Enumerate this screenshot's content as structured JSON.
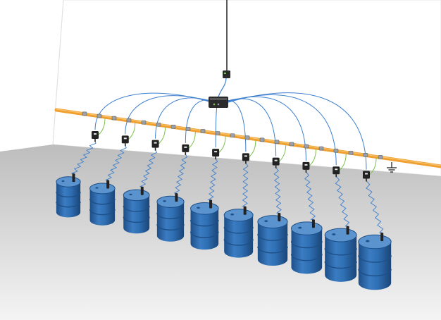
{
  "scene": {
    "subject": "grounding-system-illustration",
    "drum_count": 10,
    "clamp_count": 10,
    "colors": {
      "background": "#ffffff",
      "wall": "#ffffff",
      "floor_top": "#bdbdbd",
      "floor_bottom": "#f4f4f4",
      "ground_bar": "#f0a030",
      "drum_body": "#2f6fb3",
      "drum_dark": "#1d4f88",
      "drum_light": "#5b93cf",
      "cable": "#3d7fcf",
      "ground_lead": "#7cc04a",
      "hardware": "#222222",
      "connector": "#9aa0a6"
    },
    "icons": [
      "ground-symbol-icon",
      "junction-box-icon",
      "alarm-unit-icon"
    ]
  }
}
